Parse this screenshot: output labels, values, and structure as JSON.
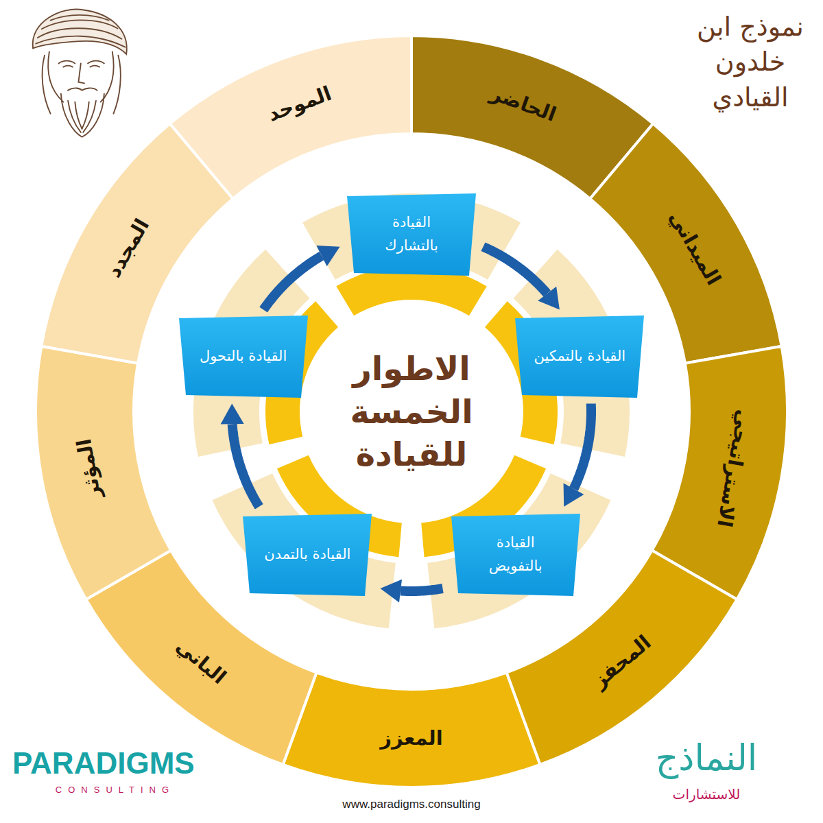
{
  "diagram": {
    "title": "نموذج ابن خلدون القيادي",
    "nodes": [
      {
        "text": [
          "الحاضر"
        ]
      },
      {
        "text": [
          "الميداني"
        ]
      },
      {
        "text": [
          "الاستراتيجي"
        ]
      },
      {
        "text": [
          "المحفز"
        ]
      },
      {
        "text": [
          "المعزز"
        ]
      },
      {
        "text": [
          "الباني"
        ]
      },
      {
        "text": [
          "المؤثر"
        ]
      },
      {
        "text": [
          "المجدد"
        ]
      },
      {
        "text": [
          "الموحد"
        ]
      },
      {
        "text": [
          "الاطوار الخمسة للقيادة"
        ]
      },
      {
        "text": [
          "القيادة بالتشارك"
        ]
      },
      {
        "text": [
          "القيادة بالتمكين"
        ]
      },
      {
        "text": [
          "القيادة بالتفويض"
        ]
      },
      {
        "text": [
          "القيادة بالتمدن"
        ]
      },
      {
        "text": [
          "القيادة بالتحول"
        ]
      }
    ],
    "edges": [
      {
        "from": 10,
        "to": 11,
        "arrow": "to"
      },
      {
        "from": 11,
        "to": 12,
        "arrow": "to"
      },
      {
        "from": 12,
        "to": 13,
        "arrow": "to"
      },
      {
        "from": 13,
        "to": 14,
        "arrow": "to"
      },
      {
        "from": 14,
        "to": 10,
        "arrow": "to"
      }
    ],
    "labels": [
      "PARADIGMS",
      "CONSULTING",
      "النماذج",
      "للاستشارات",
      "www.paradigms.consulting"
    ]
  }
}
